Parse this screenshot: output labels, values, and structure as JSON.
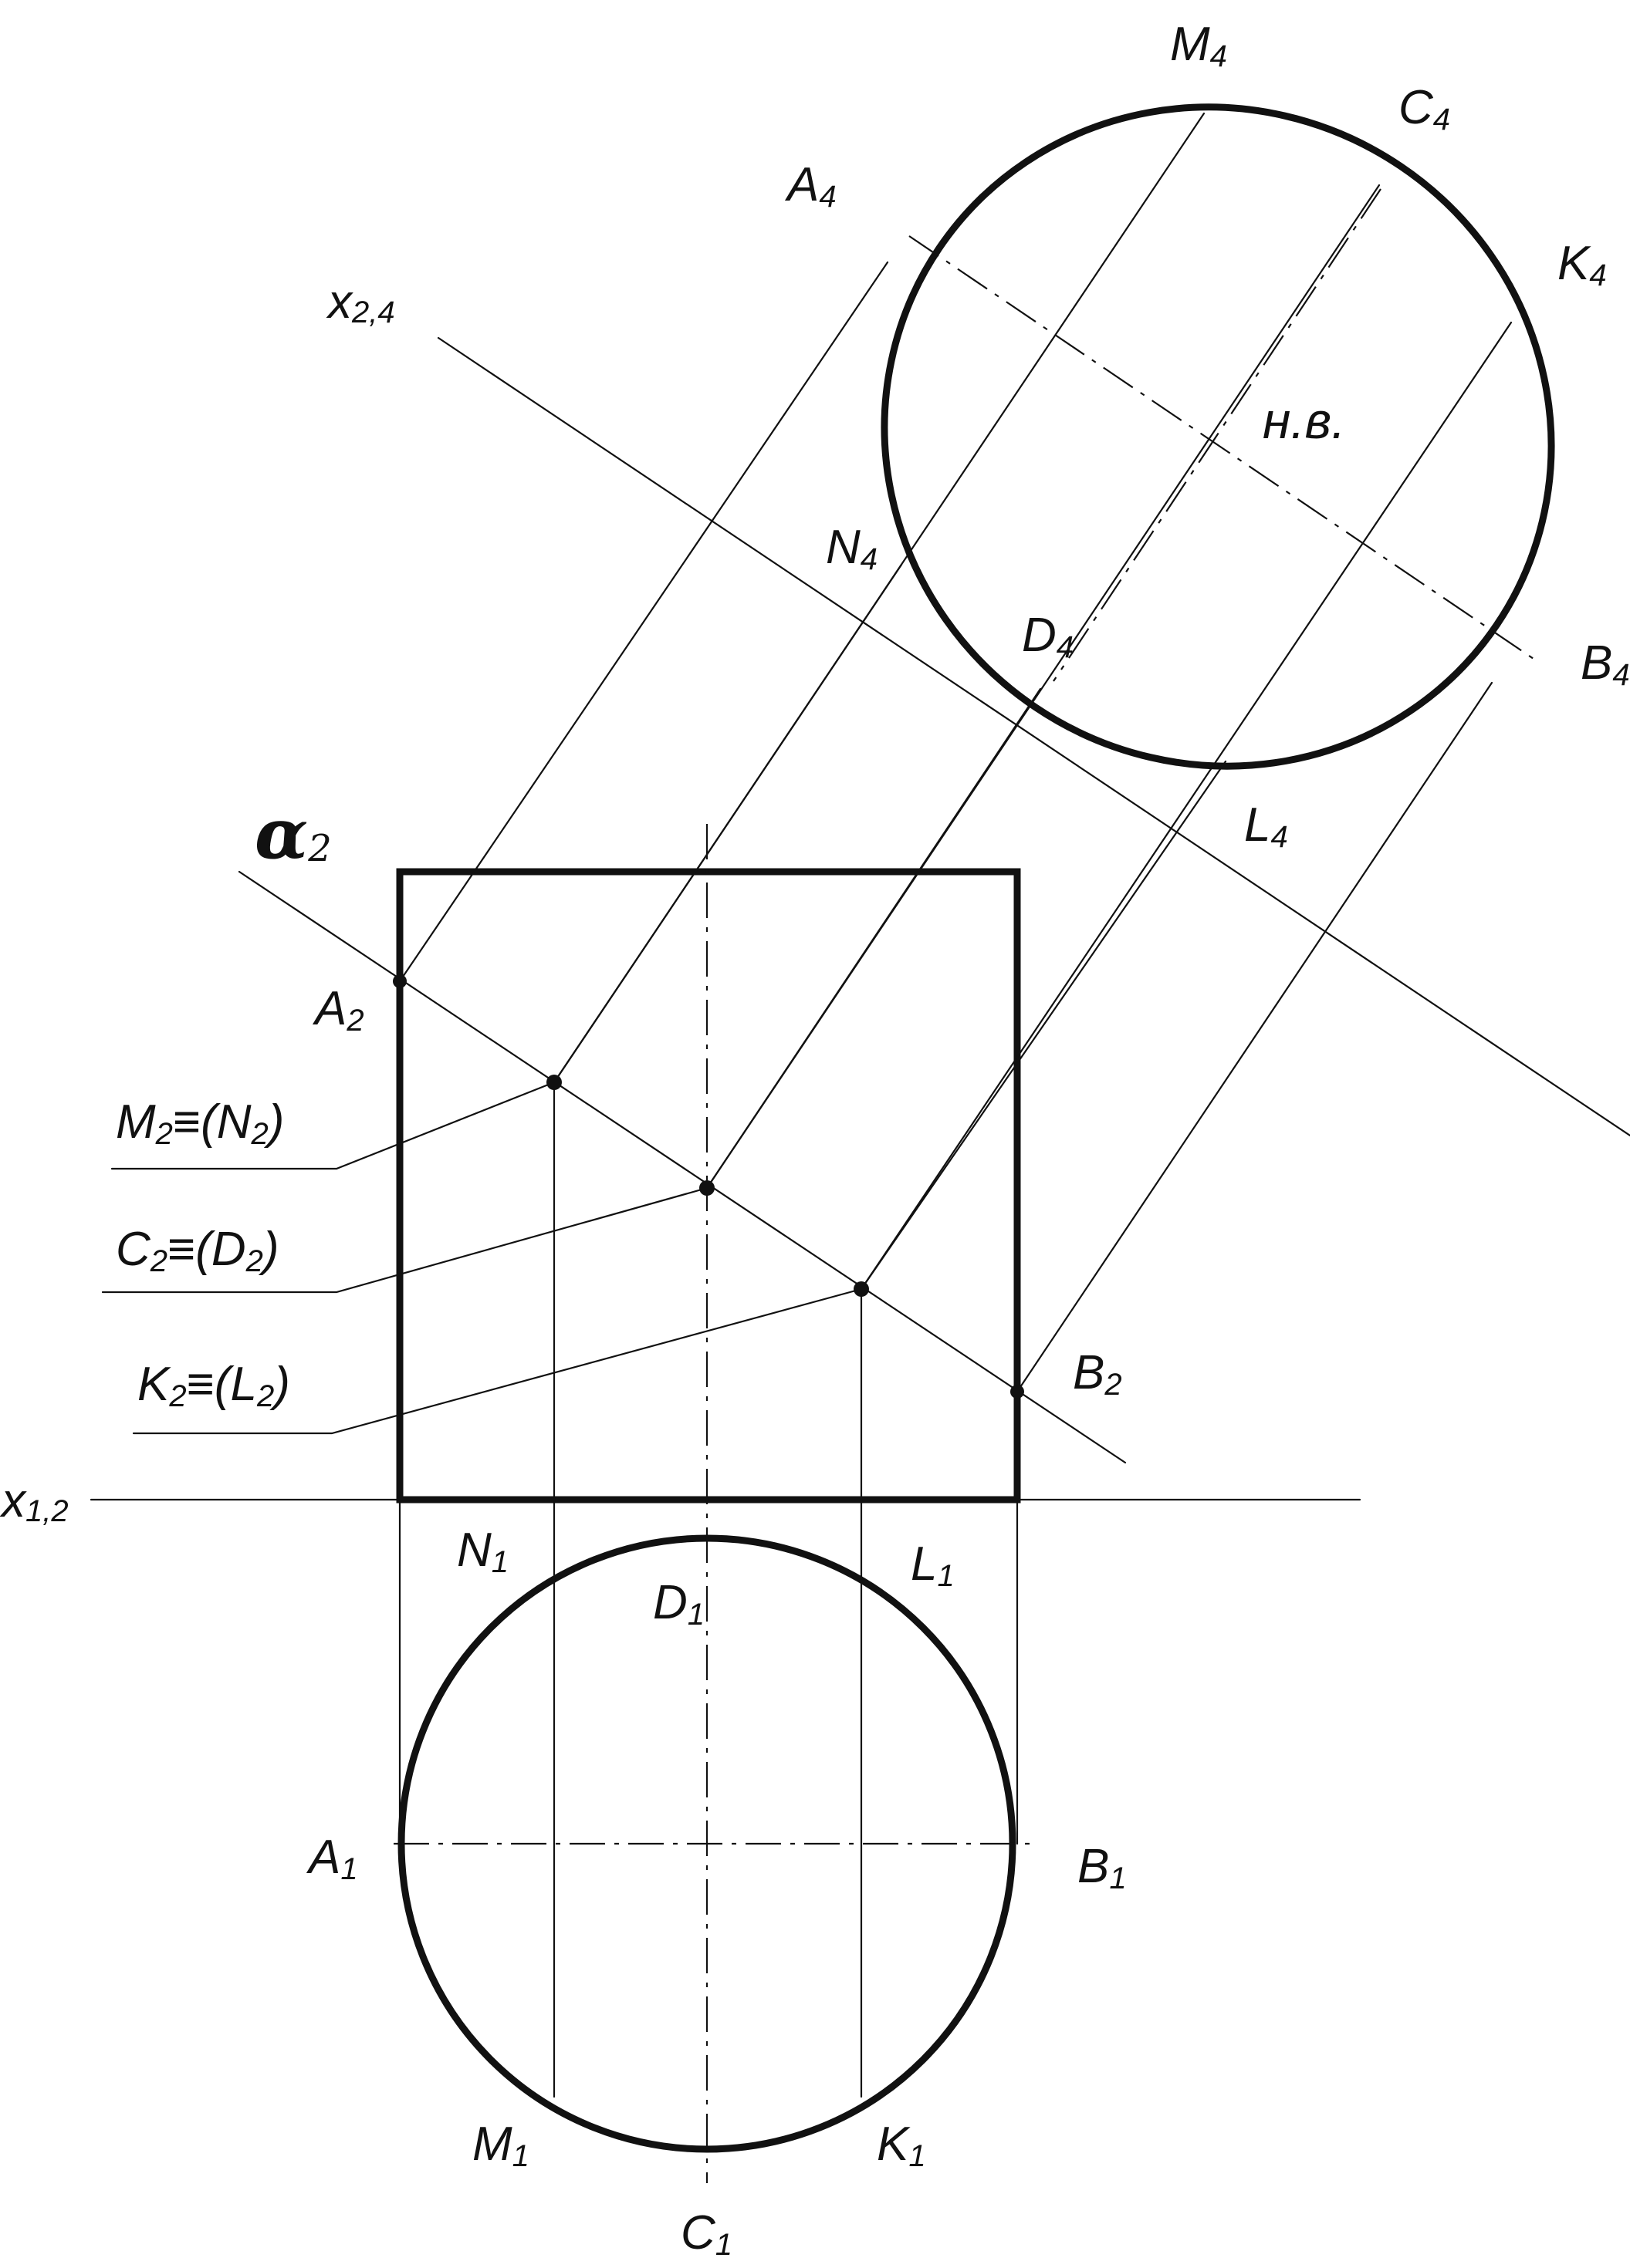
{
  "axes": {
    "x12": {
      "base": "x",
      "sub": "1,2"
    },
    "x24": {
      "base": "x",
      "sub": "2,4"
    }
  },
  "plane": {
    "base": "α",
    "sub": "2"
  },
  "true_size_label": "н.в.",
  "front_view": {
    "A2": {
      "base": "A",
      "sub": "2"
    },
    "B2": {
      "base": "B",
      "sub": "2"
    },
    "MN2": {
      "a": "M",
      "a_sub": "2",
      "eq": "≡",
      "b": "(N",
      "b_sub": "2",
      "close": ")"
    },
    "CD2": {
      "a": "C",
      "a_sub": "2",
      "eq": "≡",
      "b": "(D",
      "b_sub": "2",
      "close": ")"
    },
    "KL2": {
      "a": "K",
      "a_sub": "2",
      "eq": "≡",
      "b": "(L",
      "b_sub": "2",
      "close": ")"
    }
  },
  "top_view": {
    "A1": {
      "base": "A",
      "sub": "1"
    },
    "B1": {
      "base": "B",
      "sub": "1"
    },
    "N1": {
      "base": "N",
      "sub": "1"
    },
    "D1": {
      "base": "D",
      "sub": "1"
    },
    "L1": {
      "base": "L",
      "sub": "1"
    },
    "M1": {
      "base": "M",
      "sub": "1"
    },
    "K1": {
      "base": "K",
      "sub": "1"
    },
    "C1": {
      "base": "C",
      "sub": "1"
    }
  },
  "aux_view": {
    "M4": {
      "base": "M",
      "sub": "4"
    },
    "C4": {
      "base": "C",
      "sub": "4"
    },
    "A4": {
      "base": "A",
      "sub": "4"
    },
    "K4": {
      "base": "K",
      "sub": "4"
    },
    "N4": {
      "base": "N",
      "sub": "4"
    },
    "D4": {
      "base": "D",
      "sub": "4"
    },
    "B4": {
      "base": "B",
      "sub": "4"
    },
    "L4": {
      "base": "L",
      "sub": "4"
    }
  }
}
